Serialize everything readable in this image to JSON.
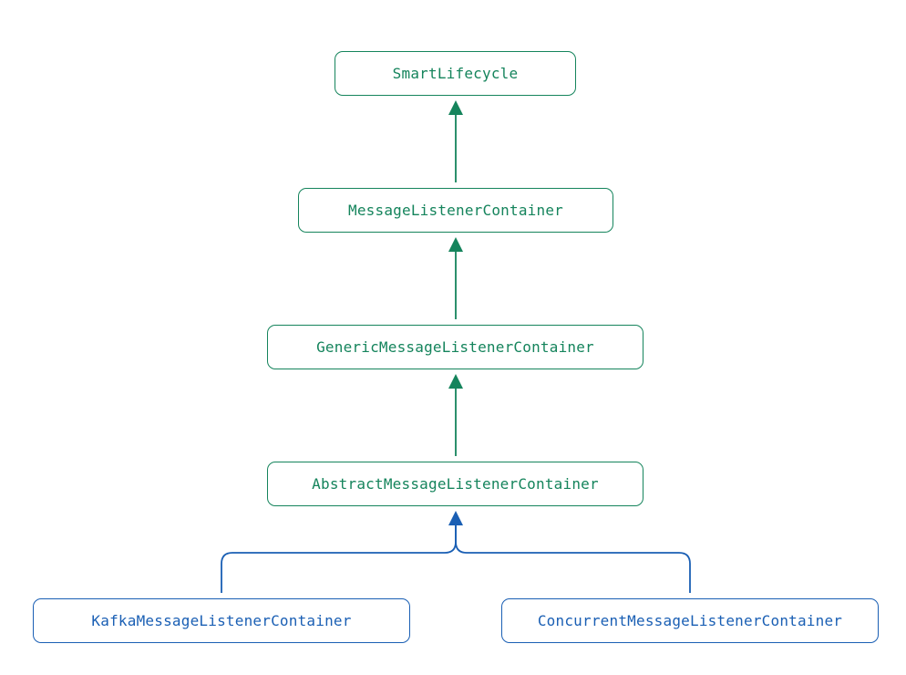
{
  "colors": {
    "interface": "#15845c",
    "implementation": "#1a5fb4"
  },
  "nodes": {
    "smart_lifecycle": "SmartLifecycle",
    "message_listener_container": "MessageListenerContainer",
    "generic_message_listener_container": "GenericMessageListenerContainer",
    "abstract_message_listener_container": "AbstractMessageListenerContainer",
    "kafka_message_listener_container": "KafkaMessageListenerContainer",
    "concurrent_message_listener_container": "ConcurrentMessageListenerContainer"
  }
}
